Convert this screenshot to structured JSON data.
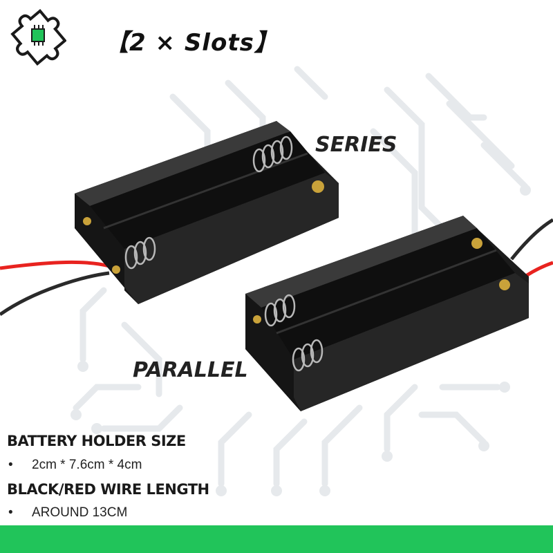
{
  "title": "【2 × Slots】",
  "labels": {
    "series": "SERIES",
    "parallel": "PARALLEL"
  },
  "specs": [
    {
      "heading": "BATTERY HOLDER SIZE",
      "bullet": "•",
      "value": "2cm * 7.6cm * 4cm"
    },
    {
      "heading": "BLACK/RED WIRE LENGTH",
      "bullet": "•",
      "value": "AROUND 13CM"
    }
  ],
  "colors": {
    "accent_green": "#21c45a",
    "holder_black": "#1c1c1c",
    "wire_red": "#e8231f",
    "wire_black": "#2a2a2a",
    "circuit_bg": "#e9ecef"
  },
  "icons": {
    "logo": "puzzle-circuit-logo-icon"
  }
}
